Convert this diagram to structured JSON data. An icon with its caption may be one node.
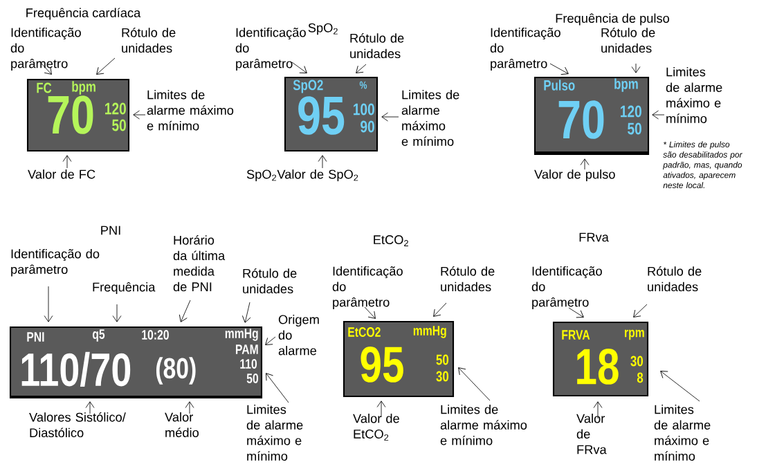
{
  "diagram": {
    "nodes": [
      {
        "text": [
          "FC",
          "bpm",
          "70",
          "120",
          "50"
        ]
      },
      {
        "text": [
          "Identificação do parâmetro"
        ]
      },
      {
        "text": [
          "Rótulo de unidades"
        ]
      },
      {
        "text": [
          "Limites de alarme máximo e mínimo"
        ]
      },
      {
        "text": [
          "Valor de FC"
        ]
      },
      {
        "text": [
          "SpO2",
          "%",
          "95",
          "100",
          "90"
        ]
      },
      {
        "text": [
          "Identificação do parâmetro"
        ]
      },
      {
        "text": [
          "Rótulo de unidades"
        ]
      },
      {
        "text": [
          "Limites de alarme máximo e mínimo"
        ]
      },
      {
        "text": [
          "SpO$_{2}$Valor de SpO$_{2}$"
        ]
      },
      {
        "text": [
          "Pulso",
          "bpm",
          "70",
          "120",
          "50"
        ]
      },
      {
        "text": [
          "Identificação do parâmetro"
        ]
      },
      {
        "text": [
          "Rótulo de unidades"
        ]
      },
      {
        "text": [
          "Limites de alarme máximo e mínimo"
        ]
      },
      {
        "text": [
          "Valor de pulso"
        ]
      },
      {
        "text": [
          "PNI",
          "q5",
          "10:20",
          "mmHg",
          "110/70",
          "(80)",
          "PAM",
          "110",
          "50"
        ]
      },
      {
        "text": [
          "Identificação do parâmetro"
        ]
      },
      {
        "text": [
          "Frequência"
        ]
      },
      {
        "text": [
          "Horário da última medida de PNI"
        ]
      },
      {
        "text": [
          "Rótulo de unidades"
        ]
      },
      {
        "text": [
          "Origem do alarme"
        ]
      },
      {
        "text": [
          "Valores Sistólico/ Diastólico"
        ]
      },
      {
        "text": [
          "Valor médio"
        ]
      },
      {
        "text": [
          "Limites de alarme máximo e mínimo"
        ]
      },
      {
        "text": [
          "EtCO2",
          "mmHg",
          "95",
          "50",
          "30"
        ]
      },
      {
        "text": [
          "Identificação do parâmetro"
        ]
      },
      {
        "text": [
          "Rótulo de unidades"
        ]
      },
      {
        "text": [
          "Valor de EtCO$_{2}$"
        ]
      },
      {
        "text": [
          "Limites de alarme máximo e mínimo"
        ]
      },
      {
        "text": [
          "FRVA",
          "rpm",
          "18",
          "30",
          "8"
        ]
      },
      {
        "text": [
          "Identificação do parâmetro"
        ]
      },
      {
        "text": [
          "Rótulo de unidades"
        ]
      },
      {
        "text": [
          "Valor de FRva"
        ]
      },
      {
        "text": [
          "Limites de alarme máximo e mínimo"
        ]
      }
    ],
    "edges": [
      {
        "from": 1,
        "to": 0,
        "arrow": "to"
      },
      {
        "from": 2,
        "to": 0,
        "arrow": "to"
      },
      {
        "from": 3,
        "to": 0,
        "arrow": "to"
      },
      {
        "from": 4,
        "to": 0,
        "arrow": "to"
      },
      {
        "from": 6,
        "to": 5,
        "arrow": "to"
      },
      {
        "from": 7,
        "to": 5,
        "arrow": "to"
      },
      {
        "from": 8,
        "to": 5,
        "arrow": "to"
      },
      {
        "from": 9,
        "to": 5,
        "arrow": "to"
      },
      {
        "from": 11,
        "to": 10,
        "arrow": "to"
      },
      {
        "from": 12,
        "to": 10,
        "arrow": "to"
      },
      {
        "from": 13,
        "to": 10,
        "arrow": "to"
      },
      {
        "from": 14,
        "to": 10,
        "arrow": "to"
      },
      {
        "from": 16,
        "to": 15,
        "arrow": "to"
      },
      {
        "from": 17,
        "to": 15,
        "arrow": "to"
      },
      {
        "from": 18,
        "to": 15,
        "arrow": "to"
      },
      {
        "from": 19,
        "to": 15,
        "arrow": "to"
      },
      {
        "from": 20,
        "to": 15,
        "arrow": "to"
      },
      {
        "from": 21,
        "to": 15,
        "arrow": "to"
      },
      {
        "from": 22,
        "to": 15,
        "arrow": "to"
      },
      {
        "from": 23,
        "to": 15,
        "arrow": "to"
      },
      {
        "from": 25,
        "to": 24,
        "arrow": "to"
      },
      {
        "from": 26,
        "to": 24,
        "arrow": "to"
      },
      {
        "from": 27,
        "to": 24,
        "arrow": "to"
      },
      {
        "from": 28,
        "to": 24,
        "arrow": "to"
      },
      {
        "from": 30,
        "to": 29,
        "arrow": "to"
      },
      {
        "from": 31,
        "to": 29,
        "arrow": "to"
      },
      {
        "from": 32,
        "to": 29,
        "arrow": "to"
      },
      {
        "from": 33,
        "to": 29,
        "arrow": "to"
      }
    ],
    "labels": [
      "Frequência cardíaca",
      "SpO$_{2}$",
      "Frequência de pulso",
      "* Limites de pulso são desabilitados por padrão, mas, quando ativados, aparecem neste local.",
      "PNI",
      "EtCO$_{2}$",
      "FRva"
    ]
  }
}
